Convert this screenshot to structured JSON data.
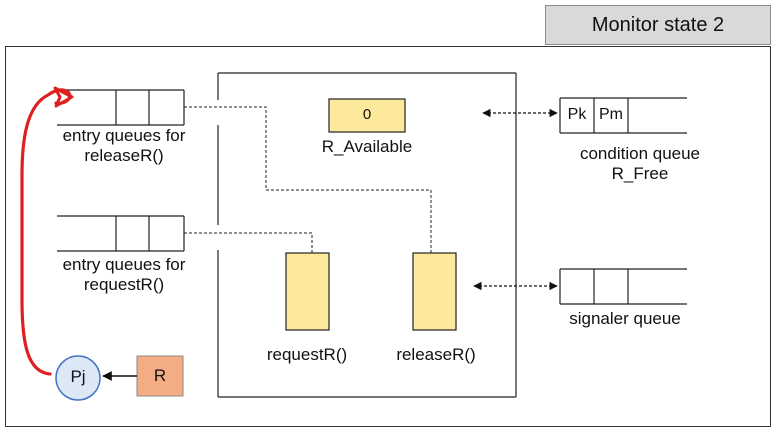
{
  "title": "Monitor state 2",
  "entry_release": {
    "label_line1": "entry queues for",
    "label_line2": "releaseR()"
  },
  "entry_request": {
    "label_line1": "entry queues for",
    "label_line2": "requestR()"
  },
  "r_available": {
    "value": "0",
    "label": "R_Available"
  },
  "condition_queue": {
    "slot1": "Pk",
    "slot2": "Pm",
    "label_line1": "condition queue",
    "label_line2": "R_Free"
  },
  "procedures": {
    "request": "requestR()",
    "release": "releaseR()"
  },
  "signaler_queue": {
    "label": "signaler queue"
  },
  "process": {
    "label": "Pj"
  },
  "resource": {
    "label": "R"
  },
  "colors": {
    "procedure_fill": "#fde99c",
    "resource_fill": "#f3ac84",
    "process_fill": "#dce8f5",
    "process_stroke": "#4472c4",
    "red_arrow": "#e02020",
    "title_bg": "#d9d9d9"
  },
  "icons": {
    "arrow": "arrow-head-icon"
  }
}
